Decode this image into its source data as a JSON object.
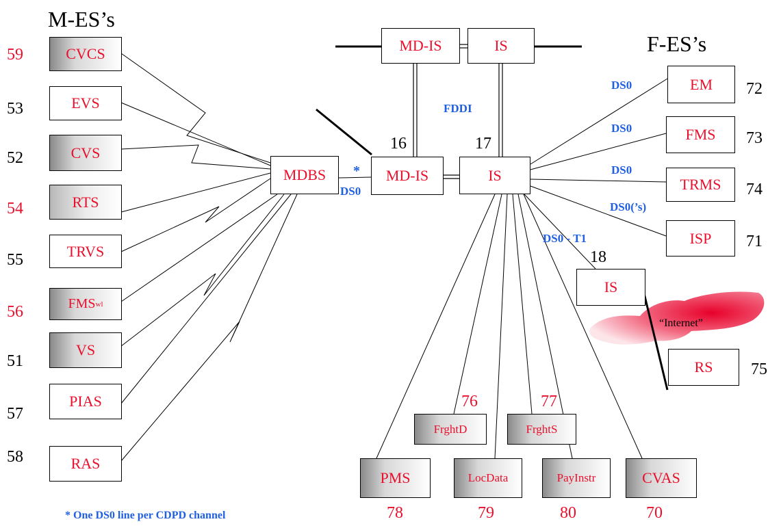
{
  "headings": {
    "mobile_end_systems": "M-ES’s",
    "fixed_end_systems": "F-ES’s"
  },
  "left_nodes": [
    {
      "number": "59",
      "label": "CVCS",
      "shaded": true,
      "number_color": "#e8102c"
    },
    {
      "number": "53",
      "label": "EVS",
      "shaded": false,
      "number_color": "#000000"
    },
    {
      "number": "52",
      "label": "CVS",
      "shaded": true,
      "number_color": "#000000"
    },
    {
      "number": "54",
      "label": "RTS",
      "shaded": true,
      "number_color": "#e8102c"
    },
    {
      "number": "55",
      "label": "TRVS",
      "shaded": false,
      "number_color": "#000000"
    },
    {
      "number": "56",
      "label": "FMS",
      "sub": "wl",
      "shaded": true,
      "number_color": "#e8102c"
    },
    {
      "number": "51",
      "label": "VS",
      "shaded": true,
      "number_color": "#000000"
    },
    {
      "number": "57",
      "label": "PIAS",
      "shaded": false,
      "number_color": "#000000"
    },
    {
      "number": "58",
      "label": "RAS",
      "shaded": false,
      "number_color": "#000000"
    }
  ],
  "hub": {
    "mdbs": "MDBS",
    "md_is": "MD-IS",
    "is": "IS",
    "md_is_num": "16",
    "is_num": "17"
  },
  "top": {
    "md_is": "MD-IS",
    "is": "IS",
    "fddi": "FDDI"
  },
  "ds0_link": {
    "star": "*",
    "label": "DS0"
  },
  "right_nodes": [
    {
      "number": "72",
      "label": "EM",
      "link": "DS0"
    },
    {
      "number": "73",
      "label": "FMS",
      "link": "DS0"
    },
    {
      "number": "74",
      "label": "TRMS",
      "link": "DS0"
    },
    {
      "number": "71",
      "label": "ISP",
      "link": "DS0(’s)"
    }
  ],
  "remote": {
    "link": "DS0 - T1",
    "is_num": "18",
    "is": "IS",
    "cloud": "“Internet”",
    "rs": "RS",
    "rs_num": "75"
  },
  "bottom_nodes": [
    {
      "number": "76",
      "label": "FrghtD"
    },
    {
      "number": "77",
      "label": "FrghtS"
    },
    {
      "number": "78",
      "label": "PMS"
    },
    {
      "number": "79",
      "label": "LocData"
    },
    {
      "number": "80",
      "label": "PayInstr"
    },
    {
      "number": "70",
      "label": "CVAS"
    }
  ],
  "footnote": "* One DS0 line per CDPD channel"
}
